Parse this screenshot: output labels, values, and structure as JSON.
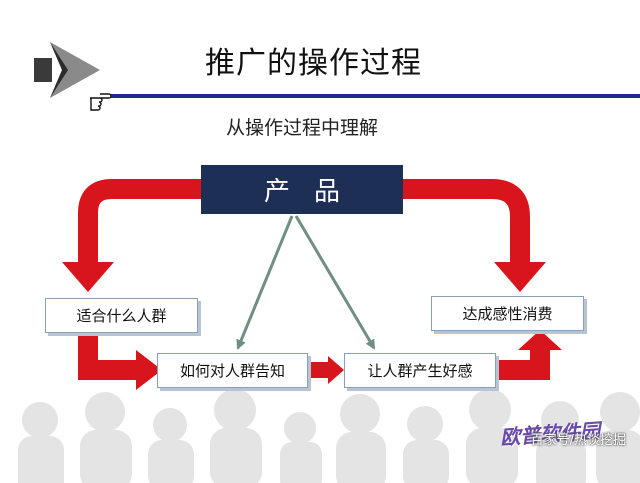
{
  "slide": {
    "title": "推广的操作过程",
    "subtitle": "从操作过程中理解"
  },
  "nodes": {
    "product": "产品",
    "audience": "适合什么人群",
    "inform": "如何对人群告知",
    "goodwill": "让人群产生好感",
    "consume": "达成感性消费"
  },
  "watermark": {
    "logo": "欧普软件园",
    "source": "百家号/热谈挖掘"
  },
  "colors": {
    "title_rule": "#1c2a8c",
    "product_box": "#1e2f55",
    "flow_arrow": "#d8141c",
    "branch_arrow": "#6f8f80"
  },
  "icons": [
    "play-arrow-icon",
    "pointing-hand-icon"
  ]
}
